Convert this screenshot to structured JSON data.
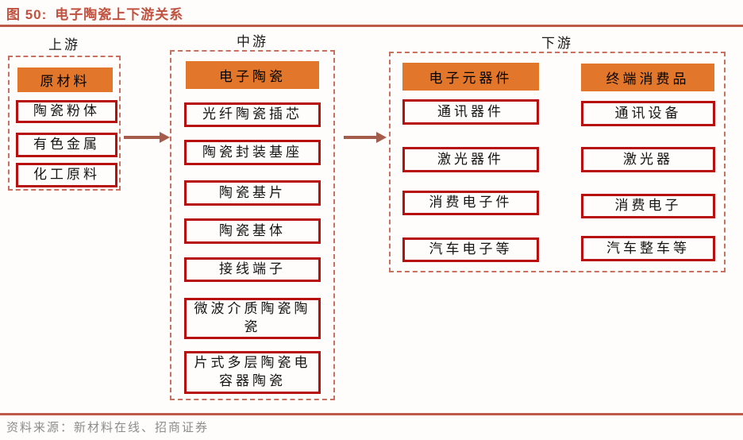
{
  "figure": {
    "label": "图 50:",
    "title": "电子陶瓷上下游关系"
  },
  "sections": {
    "upstream": {
      "label": "上游",
      "header": "原材料",
      "items": [
        "陶瓷粉体",
        "有色金属",
        "化工原料"
      ]
    },
    "midstream": {
      "label": "中游",
      "header": "电子陶瓷",
      "items": [
        "光纤陶瓷插芯",
        "陶瓷封装基座",
        "陶瓷基片",
        "陶瓷基体",
        "接线端子",
        "微波介质陶瓷陶瓷",
        "片式多层陶瓷电容器陶瓷"
      ]
    },
    "downstream": {
      "label": "下游",
      "columns": [
        {
          "header": "电子元器件",
          "items": [
            "通讯器件",
            "激光器件",
            "消费电子件",
            "汽车电子等"
          ]
        },
        {
          "header": "终端消费品",
          "items": [
            "通讯设备",
            "激光器",
            "消费电子",
            "汽车整车等"
          ]
        }
      ]
    }
  },
  "source_text": "资料来源：新材料在线、招商证券",
  "colors": {
    "accent_orange": "#e2772b",
    "node_border_red": "#b80f0f",
    "dashed_border": "#c9705e",
    "arrow": "#a65c4a",
    "title_red": "#c0523f",
    "rule_red": "#bd5a49",
    "source_gray": "#8c8c8c"
  }
}
